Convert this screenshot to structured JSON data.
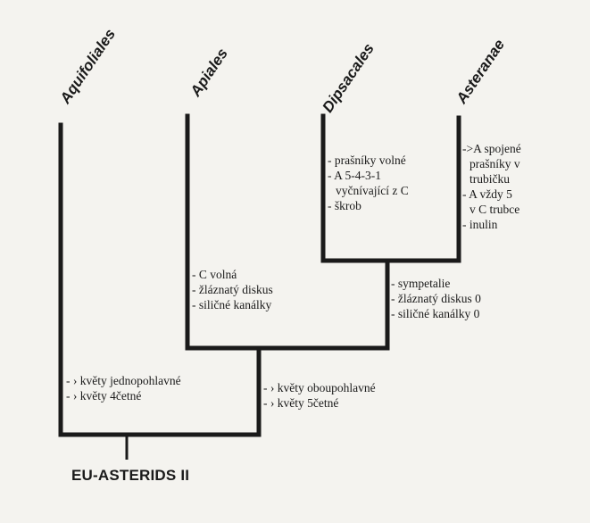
{
  "taxa": {
    "aquifoliales": "Aquifoliales",
    "apiales": "Apiales",
    "dipsacales": "Dipsacales",
    "asteranae": "Asteranae"
  },
  "notes": {
    "dipsacales": [
      "- prašníky volné",
      "- A 5-4-3-1",
      "vyčnívající z C",
      "- škrob"
    ],
    "asteranae": [
      "->A spojené",
      "prašníky v",
      "trubičku",
      "- A vždy 5",
      "v C trubce",
      "- inulin"
    ],
    "apiales": [
      "- C volná",
      "- žláznatý diskus",
      "- siličné kanálky"
    ],
    "dipsacales_asteranae": [
      "- sympetalie",
      "- žláznatý diskus 0",
      "- siličné kanálky 0"
    ],
    "aquifoliales": [
      "- › květy jednopohlavné",
      "- › květy 4četné"
    ],
    "apiales_rest": [
      "- › květy oboupohlavné",
      "- › květy 5četné"
    ]
  },
  "root_label": "EU-ASTERIDS II",
  "colors": {
    "line": "#1a1a1a",
    "background": "#f4f3ef"
  }
}
